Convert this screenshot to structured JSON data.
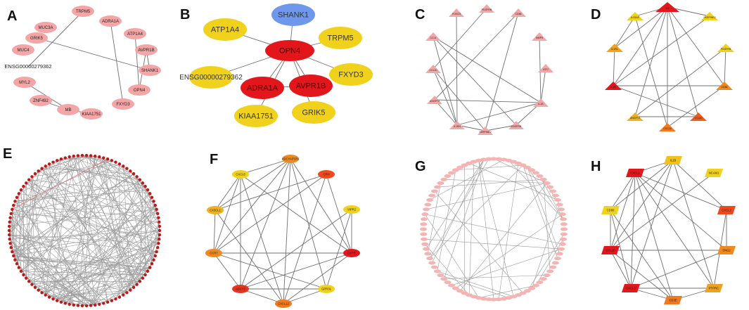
{
  "panels": {
    "A": {
      "label": "A",
      "nodes": [
        "MUC3A",
        "TRPM5",
        "ADRA1A",
        "GRIK5",
        "ATP1A4",
        "MUC4",
        "AVPR1B",
        "ENSG00000279362",
        "SHANK1",
        "MYL2",
        "OPN4",
        "ZNF492",
        "FXYD3",
        "MB",
        "KIAA1751"
      ]
    },
    "B": {
      "label": "B",
      "hub": "OPN4",
      "nodes": [
        "SHANK1",
        "ATP1A4",
        "TRPM5",
        "ENSG00000279362",
        "FXYD3",
        "ADRA1A",
        "AVPR1B",
        "KIAA1751",
        "GRIK5"
      ]
    },
    "C": {
      "label": "C",
      "nodes": [
        "FOXO3",
        "PDGFRB",
        "CD86",
        "CCL4",
        "MMP9",
        "CCL20",
        "IGF2",
        "ANGPT2",
        "IL1B",
        "IL1RN",
        "SERPINE2",
        "PDGFRB"
      ]
    },
    "D": {
      "label": "D",
      "nodes": [
        "IL6",
        "IL1RAP",
        "SERPINE2",
        "IL1B",
        "PDGFRB",
        "CD86",
        "ANGPT2",
        "CXCL8",
        "CCL20"
      ]
    },
    "E": {
      "label": "E"
    },
    "F": {
      "label": "F",
      "nodes": [
        "ADCYAP1R1",
        "CXCL8",
        "CRH",
        "CX3CL1",
        "VIPR2",
        "CCR7",
        "OXTR",
        "ADCY2",
        "GPR31",
        "CXCL12"
      ]
    },
    "G": {
      "label": "G"
    },
    "H": {
      "label": "H",
      "nodes": [
        "IL1B",
        "CXCL1",
        "NCAM1",
        "CD80",
        "CXCL2",
        "CCL20",
        "SNG2",
        "CXCL3",
        "PTPRC",
        "CD3E"
      ]
    }
  }
}
